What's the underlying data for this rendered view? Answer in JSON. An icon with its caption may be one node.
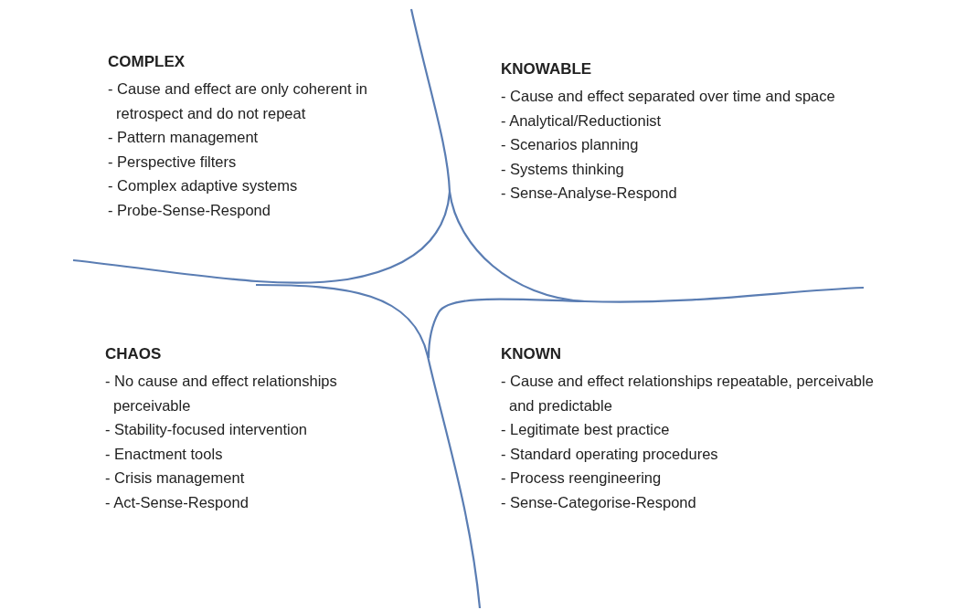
{
  "diagram": {
    "labels": [
      "COMPLEX",
      "- Cause and effect are only coherent in retrospect and do not repeat",
      "- Pattern management",
      "- Perspective filters",
      "- Complex adaptive systems",
      "- Probe-Sense-Respond",
      "KNOWABLE",
      "- Cause and effect separated over time and space",
      "- Analytical/Reductionist",
      "- Scenarios planning",
      "- Systems thinking",
      "- Sense-Analyse-Respond",
      "CHAOS",
      "- No cause and effect relationships perceivable",
      "- Stability-focused intervention",
      "- Enactment tools",
      "- Crisis management",
      "- Act-Sense-Respond",
      "KNOWN",
      "- Cause and effect relationships repeatable, perceivable and predictable",
      "- Legitimate best practice",
      "- Standard operating procedures",
      "- Process reengineering",
      "- Sense-Categorise-Respond"
    ]
  }
}
